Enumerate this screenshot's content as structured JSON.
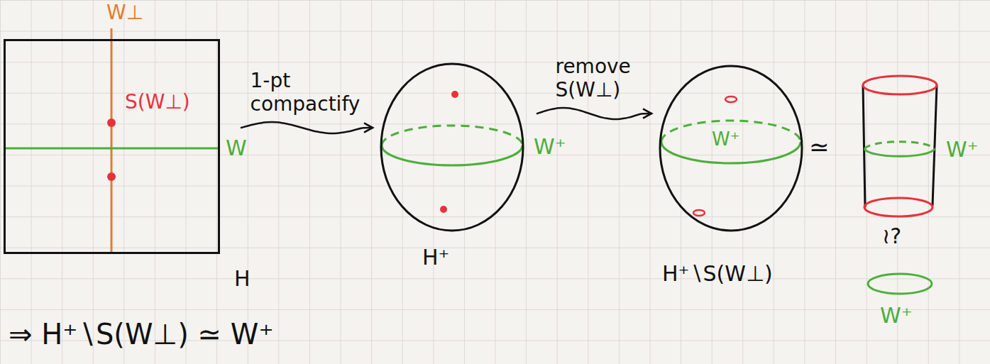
{
  "diagram": {
    "nodes": [
      {
        "text": [
          "H"
        ]
      },
      {
        "text": [
          "H⁺"
        ]
      },
      {
        "text": [
          "H⁺∖S(W⊥)"
        ]
      }
    ],
    "edges": [
      {
        "from": 0,
        "to": 1,
        "arrow": "to",
        "label": "1-pt compactify"
      },
      {
        "from": 1,
        "to": 2,
        "arrow": "to",
        "label": "remove S(W⊥)"
      }
    ],
    "labels": [
      "W⊥",
      "S(W⊥)",
      "W",
      "W⁺",
      "W⁺",
      "≃",
      "W⁺",
      "≀?",
      "W⁺",
      "⇒ H⁺∖S(W⊥) ≃ W⁺"
    ]
  }
}
